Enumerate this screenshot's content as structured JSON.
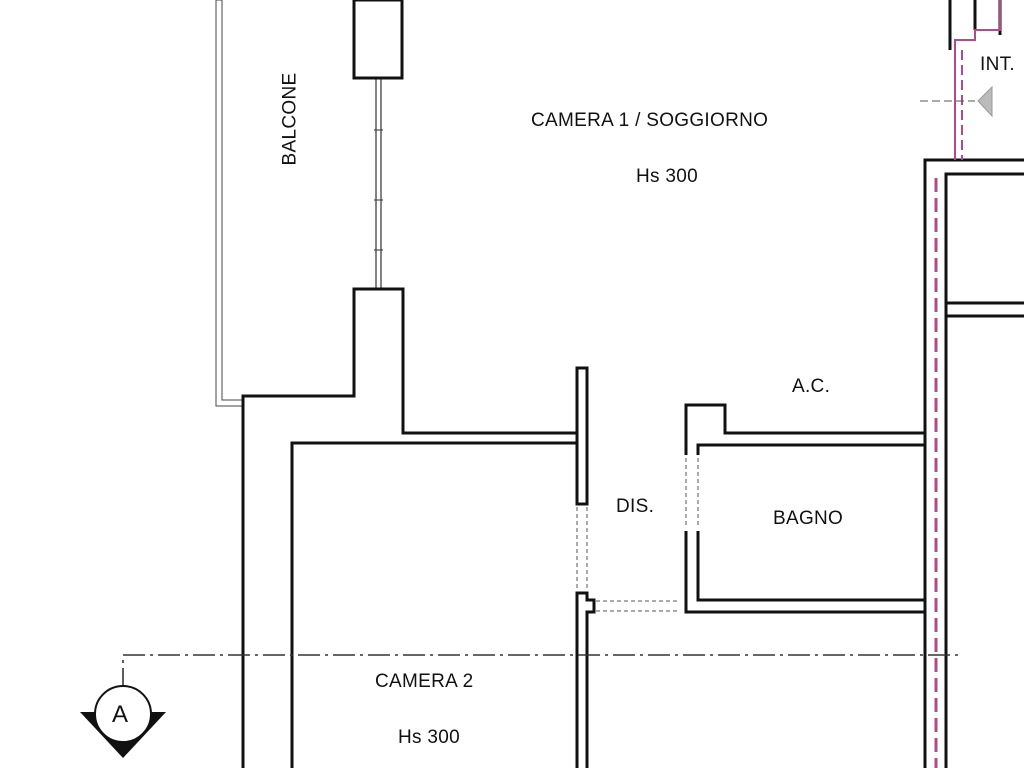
{
  "rooms": {
    "camera1": {
      "name": "CAMERA 1 / SOGGIORNO",
      "height": "Hs 300"
    },
    "camera2": {
      "name": "CAMERA 2",
      "height": "Hs 300"
    },
    "bagno": {
      "name": "BAGNO"
    },
    "ac": {
      "name": "A.C."
    },
    "dis": {
      "name": "DIS."
    },
    "balcone": {
      "name": "BALCONE"
    },
    "int": {
      "name": "INT."
    }
  },
  "section_marker": {
    "label": "A"
  },
  "colors": {
    "wall": "#111111",
    "partition_accent": "#b04a8a",
    "section_line": "#333333"
  }
}
